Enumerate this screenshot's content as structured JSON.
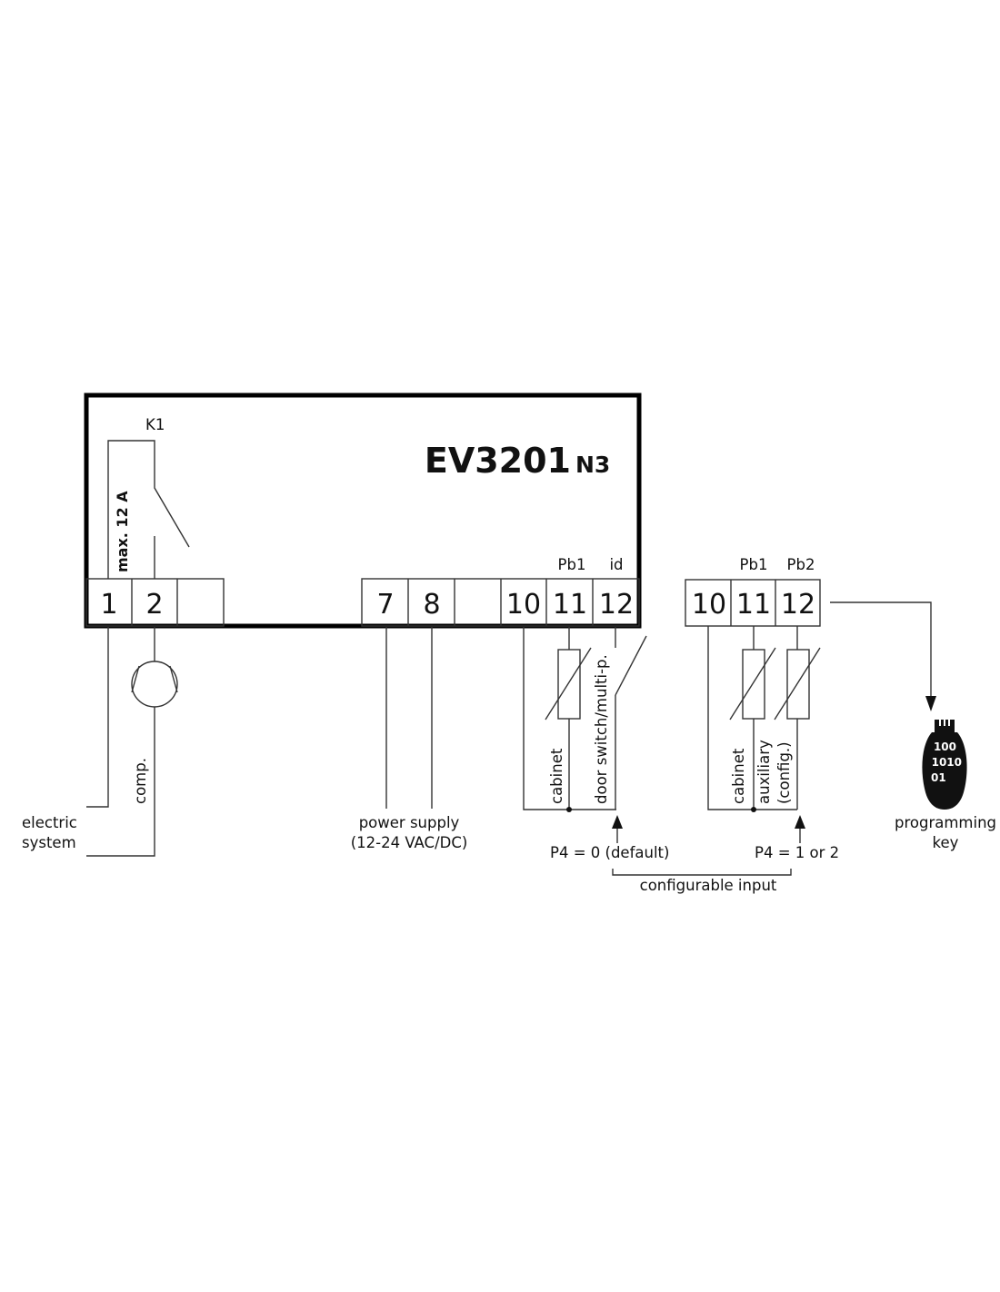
{
  "device": {
    "model": "EV3201",
    "model_suffix": "N3",
    "relay_label": "K1",
    "relay_rating": "max. 12 A"
  },
  "terminals_main": [
    "1",
    "2",
    "7",
    "8",
    "10",
    "11",
    "12"
  ],
  "terminal_labels_main": {
    "t11": "Pb1",
    "t12": "id"
  },
  "terminals_alt": [
    "10",
    "11",
    "12"
  ],
  "terminal_labels_alt": {
    "t11": "Pb1",
    "t12": "Pb2"
  },
  "connections": {
    "electric_line1": "electric",
    "electric_line2": "system",
    "compressor": "comp.",
    "power_line1": "power supply",
    "power_line2": "(12-24 VAC/DC)",
    "cabinet_1": "cabinet",
    "door_switch": "door switch/multi-p.",
    "cabinet_2": "cabinet",
    "auxiliary": "auxiliary",
    "config": "(config.)",
    "p4_default": "P4 = 0 (default)",
    "p4_alt": "P4 = 1 or 2",
    "configurable_input": "configurable input",
    "key_line1": "programming",
    "key_line2": "key",
    "key_bits": [
      "100",
      "1010",
      "01"
    ]
  }
}
